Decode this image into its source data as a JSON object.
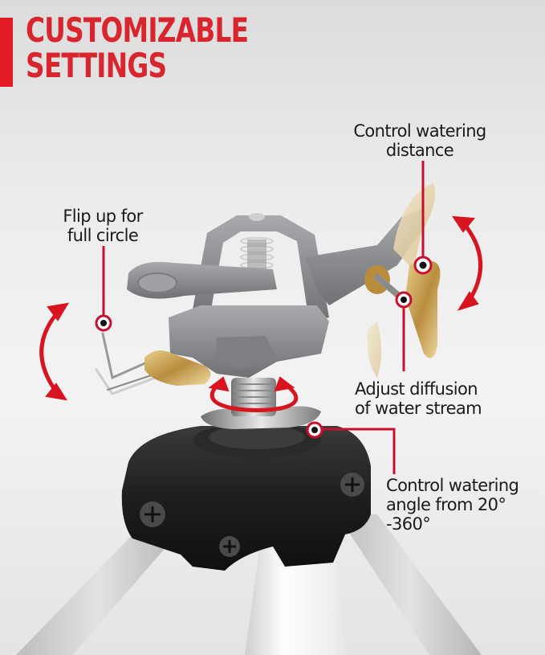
{
  "heading": {
    "line1": "CUSTOMIZABLE",
    "line2": "SETTINGS",
    "color": "#d9262e",
    "bar_color": "#e01b24"
  },
  "callouts": [
    {
      "id": "distance",
      "line1": "Control watering",
      "line2": "distance"
    },
    {
      "id": "full-circle",
      "line1": "Flip up for",
      "line2": "full circle"
    },
    {
      "id": "diffusion",
      "line1": "Adjust diffusion",
      "line2": "of water stream"
    },
    {
      "id": "angle",
      "line1": "Control watering",
      "line2": "angle from 20°",
      "line3": "-360°"
    }
  ],
  "colors": {
    "leader": "#c8102e",
    "arrow": "#d7141f",
    "sprinkler_body": "#8e9094",
    "base": "#1b1b1b",
    "tripod": "#d4d4d4",
    "brass": "#c9a256"
  },
  "image": {
    "subject": "impulse sprinkler on tripod",
    "icons": [
      "curved-double-arrow-left",
      "curved-double-arrow-right",
      "rotation-arrow"
    ]
  }
}
